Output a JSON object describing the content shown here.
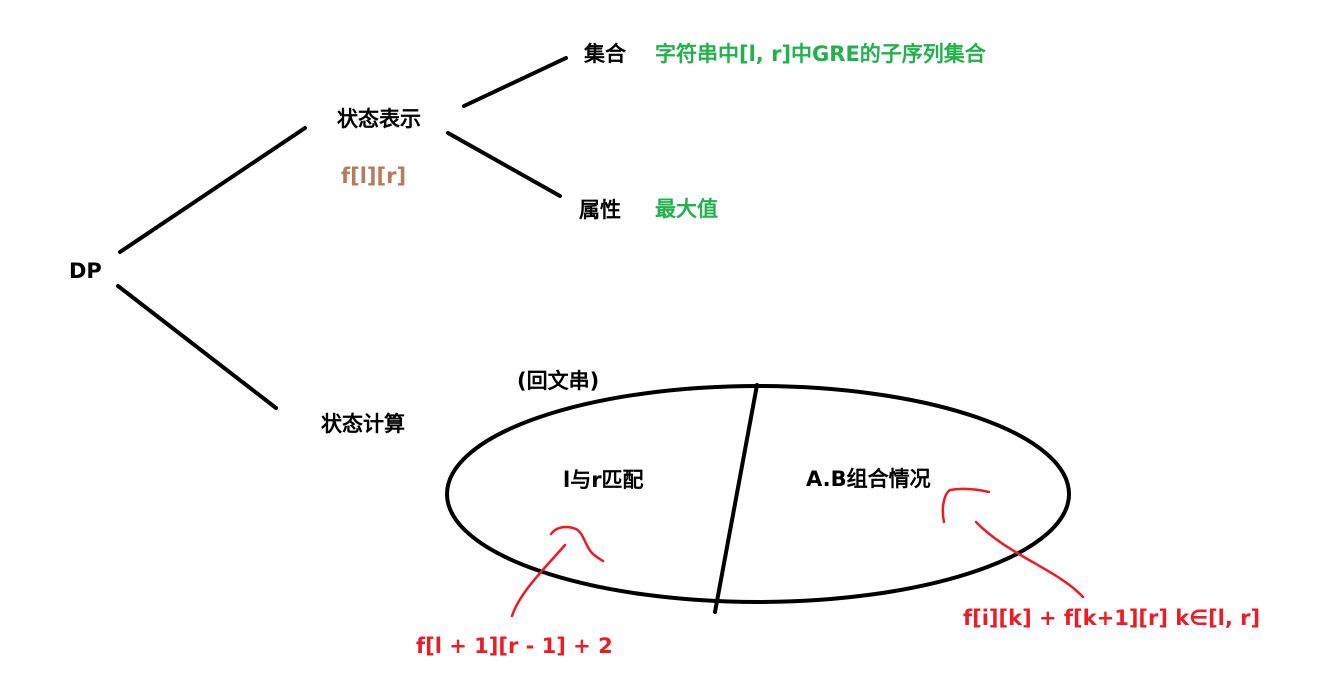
{
  "colors": {
    "text": "#000000",
    "definition": "#22b14c",
    "notation": "#b97a57",
    "formula": "#ed1c24"
  },
  "labels": {
    "root": "DP",
    "state_representation": "状态表示",
    "state_notation": "f[l][r]",
    "set": "集合",
    "set_definition": "字符串中[l, r]中GRE的子序列集合",
    "attribute": "属性",
    "attribute_definition": "最大值",
    "state_computation": "状态计算",
    "partition_note": "(回文串)",
    "case_left": "l与r匹配",
    "case_right": "A.B组合情况",
    "formula_left": "f[l + 1][r - 1] + 2",
    "formula_right": "f[i][k] + f[k+1][r]  k∈[l, r]"
  }
}
